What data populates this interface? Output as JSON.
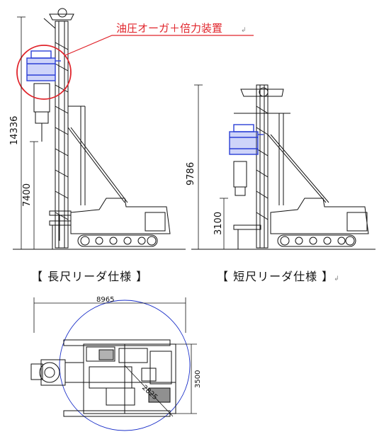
{
  "annotation": {
    "label": "油圧オーガ＋倍力装置",
    "highlight_color": "#e0242b"
  },
  "long_leader": {
    "caption": "【 長尺リーダ仕様 】",
    "height_total": "14336",
    "height_lower": "7400"
  },
  "short_leader": {
    "caption": "【 短尺リーダ仕様 】",
    "height_total": "9786",
    "height_lower": "3100"
  },
  "plan_view": {
    "swing_diameter": "8965",
    "width": "3500",
    "tail_radius": "2825"
  },
  "colors": {
    "line": "#111111",
    "auger": "#2b3fd6",
    "circle": "#1a2fc8",
    "annotation": "#e0242b"
  },
  "icons": {
    "return_mark": "return-arrow-icon"
  }
}
